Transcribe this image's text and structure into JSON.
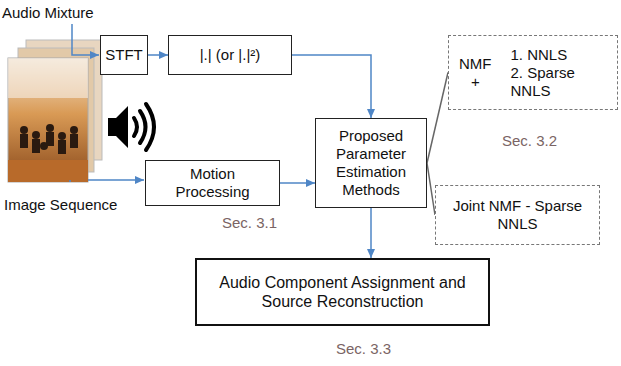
{
  "diagram": {
    "nodes": [
      {
        "text": [
          "STFT"
        ]
      },
      {
        "text": [
          "|.| (or |.|²)"
        ]
      },
      {
        "text": [
          "Motion Processing"
        ]
      },
      {
        "text": [
          "Proposed Parameter Estimation Methods"
        ]
      },
      {
        "text": [
          "NMF +",
          "1. NNLS",
          "2. Sparse NNLS"
        ]
      },
      {
        "text": [
          "Joint NMF - Sparse NNLS"
        ]
      },
      {
        "text": [
          "Audio Component Assignment and Source Reconstruction"
        ]
      }
    ],
    "edges": [
      {
        "from": 0,
        "to": 1,
        "arrow": "to"
      },
      {
        "from": 1,
        "to": 3,
        "arrow": "to"
      },
      {
        "from": 2,
        "to": 3,
        "arrow": "to"
      },
      {
        "from": 3,
        "to": 4,
        "arrow": "none"
      },
      {
        "from": 3,
        "to": 5,
        "arrow": "none"
      },
      {
        "from": 3,
        "to": 6,
        "arrow": "to"
      }
    ],
    "labels": [
      "Audio Mixture",
      "Image Sequence",
      "Sec. 3.1",
      "Sec. 3.2",
      "Sec. 3.3"
    ]
  }
}
